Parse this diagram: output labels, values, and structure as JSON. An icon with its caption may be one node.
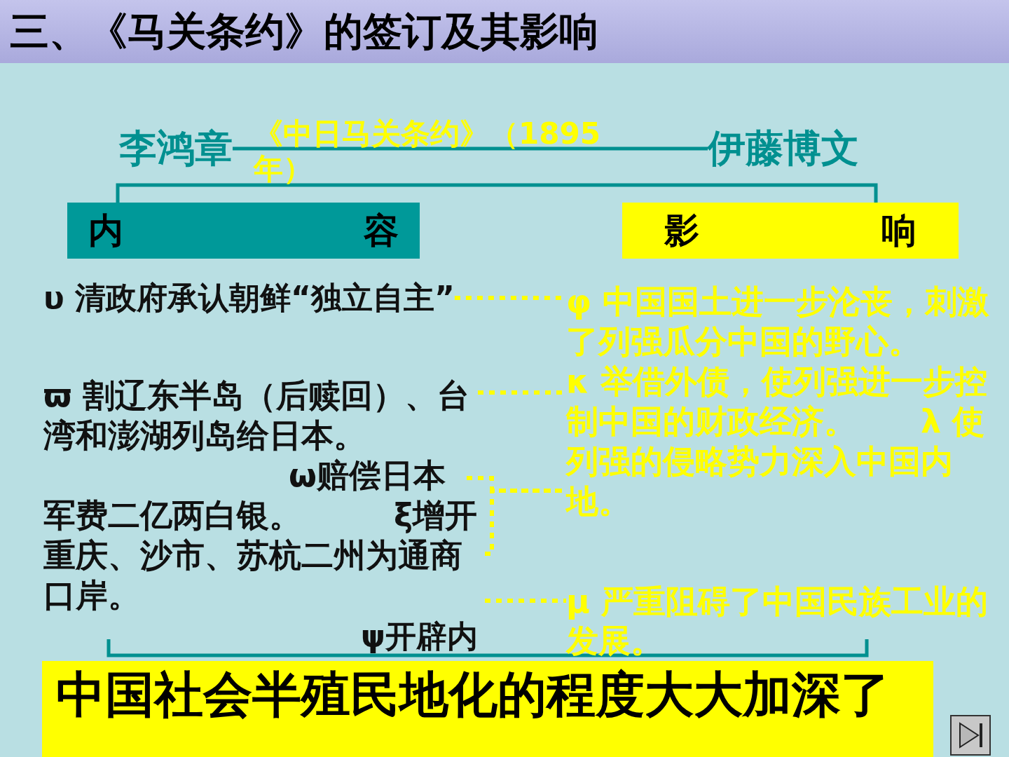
{
  "diagram": {
    "title": "三、《马关条约》的签订及其影响",
    "nodes": [
      {
        "text": [
          "李鸿章"
        ]
      },
      {
        "text": [
          "伊藤博文"
        ]
      },
      {
        "text": [
          "内",
          "容"
        ]
      },
      {
        "text": [
          "影",
          "响"
        ]
      },
      {
        "text": [
          "υ 清政府承认朝鲜“独立自主”"
        ]
      },
      {
        "text": [
          "ϖ 割辽东半岛（后赎回）、台湾和澎湖列岛给日本。"
        ]
      },
      {
        "text": [
          "ω赔偿日本军费二亿两白银。"
        ]
      },
      {
        "text": [
          "ξ增开重庆、沙市、苏杭二州为通商口岸。"
        ]
      },
      {
        "text": [
          "ψ开辟内"
        ]
      },
      {
        "text": [
          "φ 中国国土进一步沦丧，刺激了列强瓜分中国的野心。",
          "κ 举借外债，使列强进一步控制中国的财政经济。",
          "λ 使列强的侵略势力深入中国内地。"
        ]
      },
      {
        "text": [
          "μ 严重阻碍了中国民族工业的发展。"
        ]
      },
      {
        "text": [
          "中国社会半殖民地化的程度大大加深了"
        ]
      }
    ],
    "edges": [
      {
        "from": 0,
        "to": 1,
        "arrow": "none",
        "label": "《中日马关条约》（1895年）",
        "color": "#009090"
      },
      {
        "from": 2,
        "to": 3,
        "arrow": "none",
        "color": "#009090"
      },
      {
        "from": 4,
        "to": 9,
        "arrow": "none",
        "style": "dashed",
        "color": "#ffff00"
      },
      {
        "from": 5,
        "to": 9,
        "arrow": "none",
        "style": "dashed",
        "color": "#ffff00"
      },
      {
        "from": 6,
        "to": 9,
        "arrow": "none",
        "style": "dashed",
        "color": "#ffff00"
      },
      {
        "from": 7,
        "to": 9,
        "arrow": "none",
        "style": "dashed",
        "color": "#ffff00"
      },
      {
        "from": 7,
        "to": 10,
        "arrow": "none",
        "style": "dashed",
        "color": "#ffff00"
      }
    ]
  }
}
